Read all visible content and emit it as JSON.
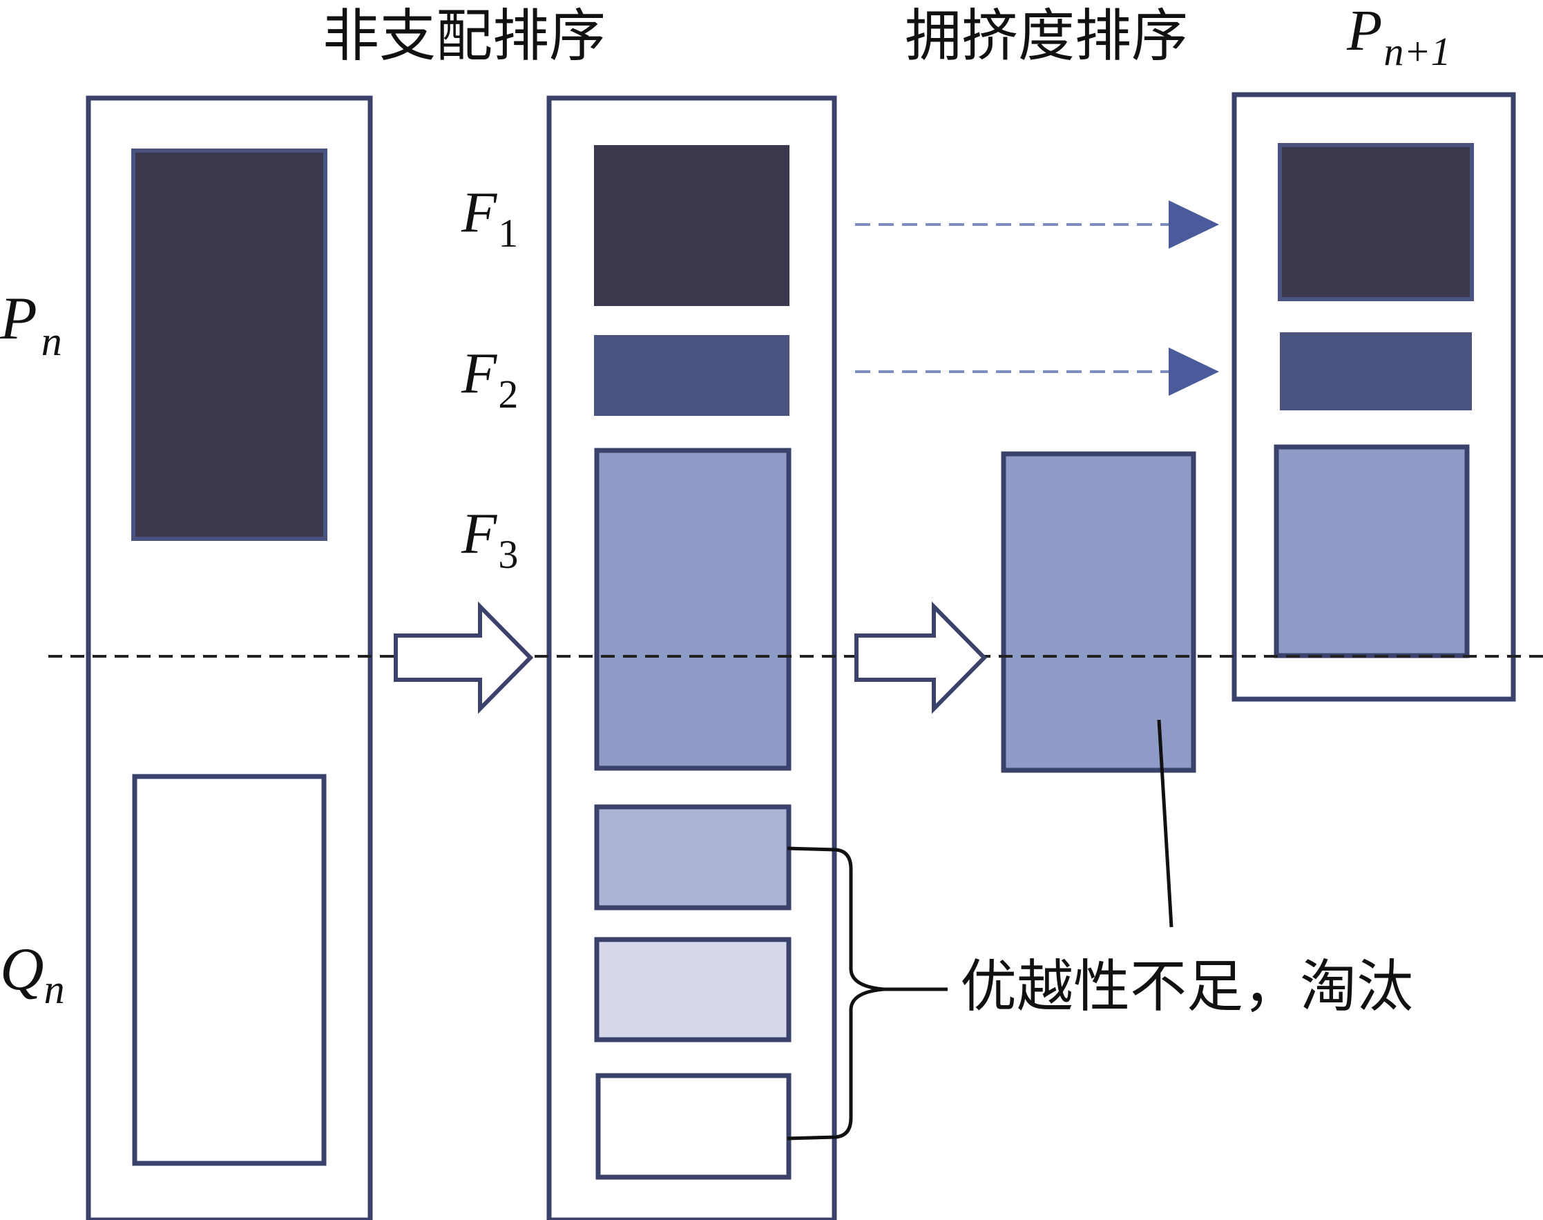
{
  "headings": {
    "nondominated_sort": "非支配排序",
    "crowding_sort": "拥挤度排序"
  },
  "labels": {
    "P": "P",
    "Q": "Q",
    "F": "F",
    "n": "n",
    "n_plus_1": "n+1",
    "f1_index": "1",
    "f2_index": "2",
    "f3_index": "3"
  },
  "annotation": "优越性不足，淘汰",
  "colors": {
    "outline": "#3a416b",
    "front1": "#3b384d",
    "front2": "#4a5280",
    "front3": "#8f9bc6",
    "front4": "#adb3d6",
    "front5": "#d7d9ea",
    "empty": "#ffffff",
    "arrow": "#4a5a9a",
    "divider": "#222222",
    "text": "#111111"
  }
}
